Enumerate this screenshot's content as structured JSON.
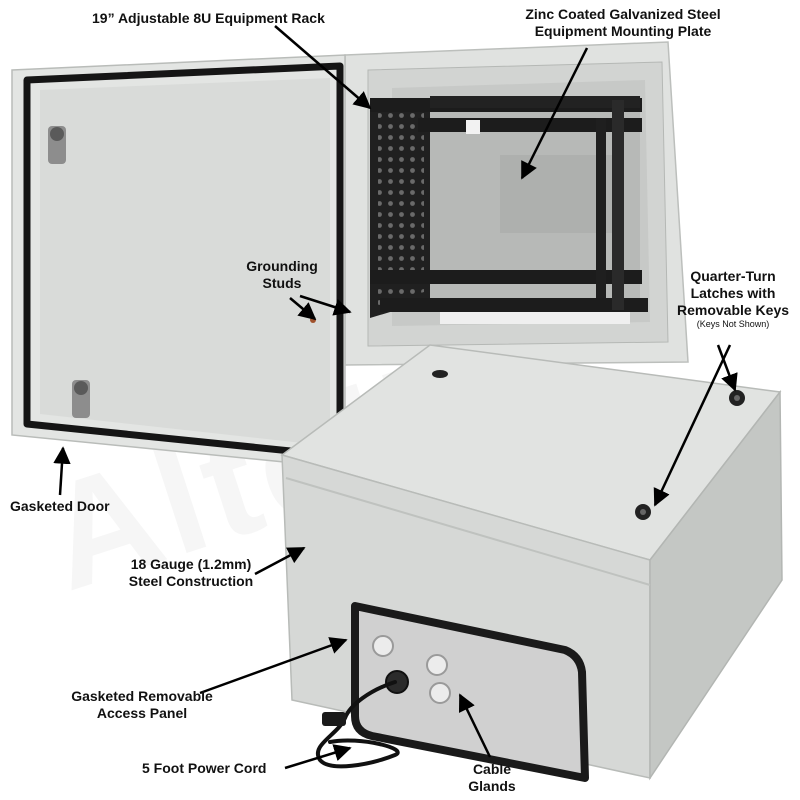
{
  "callouts": {
    "equipment_rack": "19” Adjustable 8U Equipment Rack",
    "mounting_plate_line1": "Zinc Coated Galvanized Steel",
    "mounting_plate_line2": "Equipment Mounting Plate",
    "grounding_line1": "Grounding",
    "grounding_line2": "Studs",
    "latches_line1": "Quarter-Turn",
    "latches_line2": "Latches with",
    "latches_line3": "Removable Keys",
    "latches_note": "(Keys Not Shown)",
    "gasketed_door": "Gasketed Door",
    "gauge_line1": "18 Gauge (1.2mm)",
    "gauge_line2": "Steel Construction",
    "access_panel_line1": "Gasketed Removable",
    "access_panel_line2": "Access Panel",
    "power_cord": "5 Foot Power Cord",
    "glands_line1": "Cable",
    "glands_line2": "Glands"
  },
  "watermark": "Altelix",
  "colors": {
    "enclosure": "#dcdedc",
    "enclosure_shadow": "#c3c6c3",
    "rack": "#1c1c1c",
    "gasket": "#151515",
    "panel_plate": "#cfcfcf",
    "arrow": "#000000"
  }
}
